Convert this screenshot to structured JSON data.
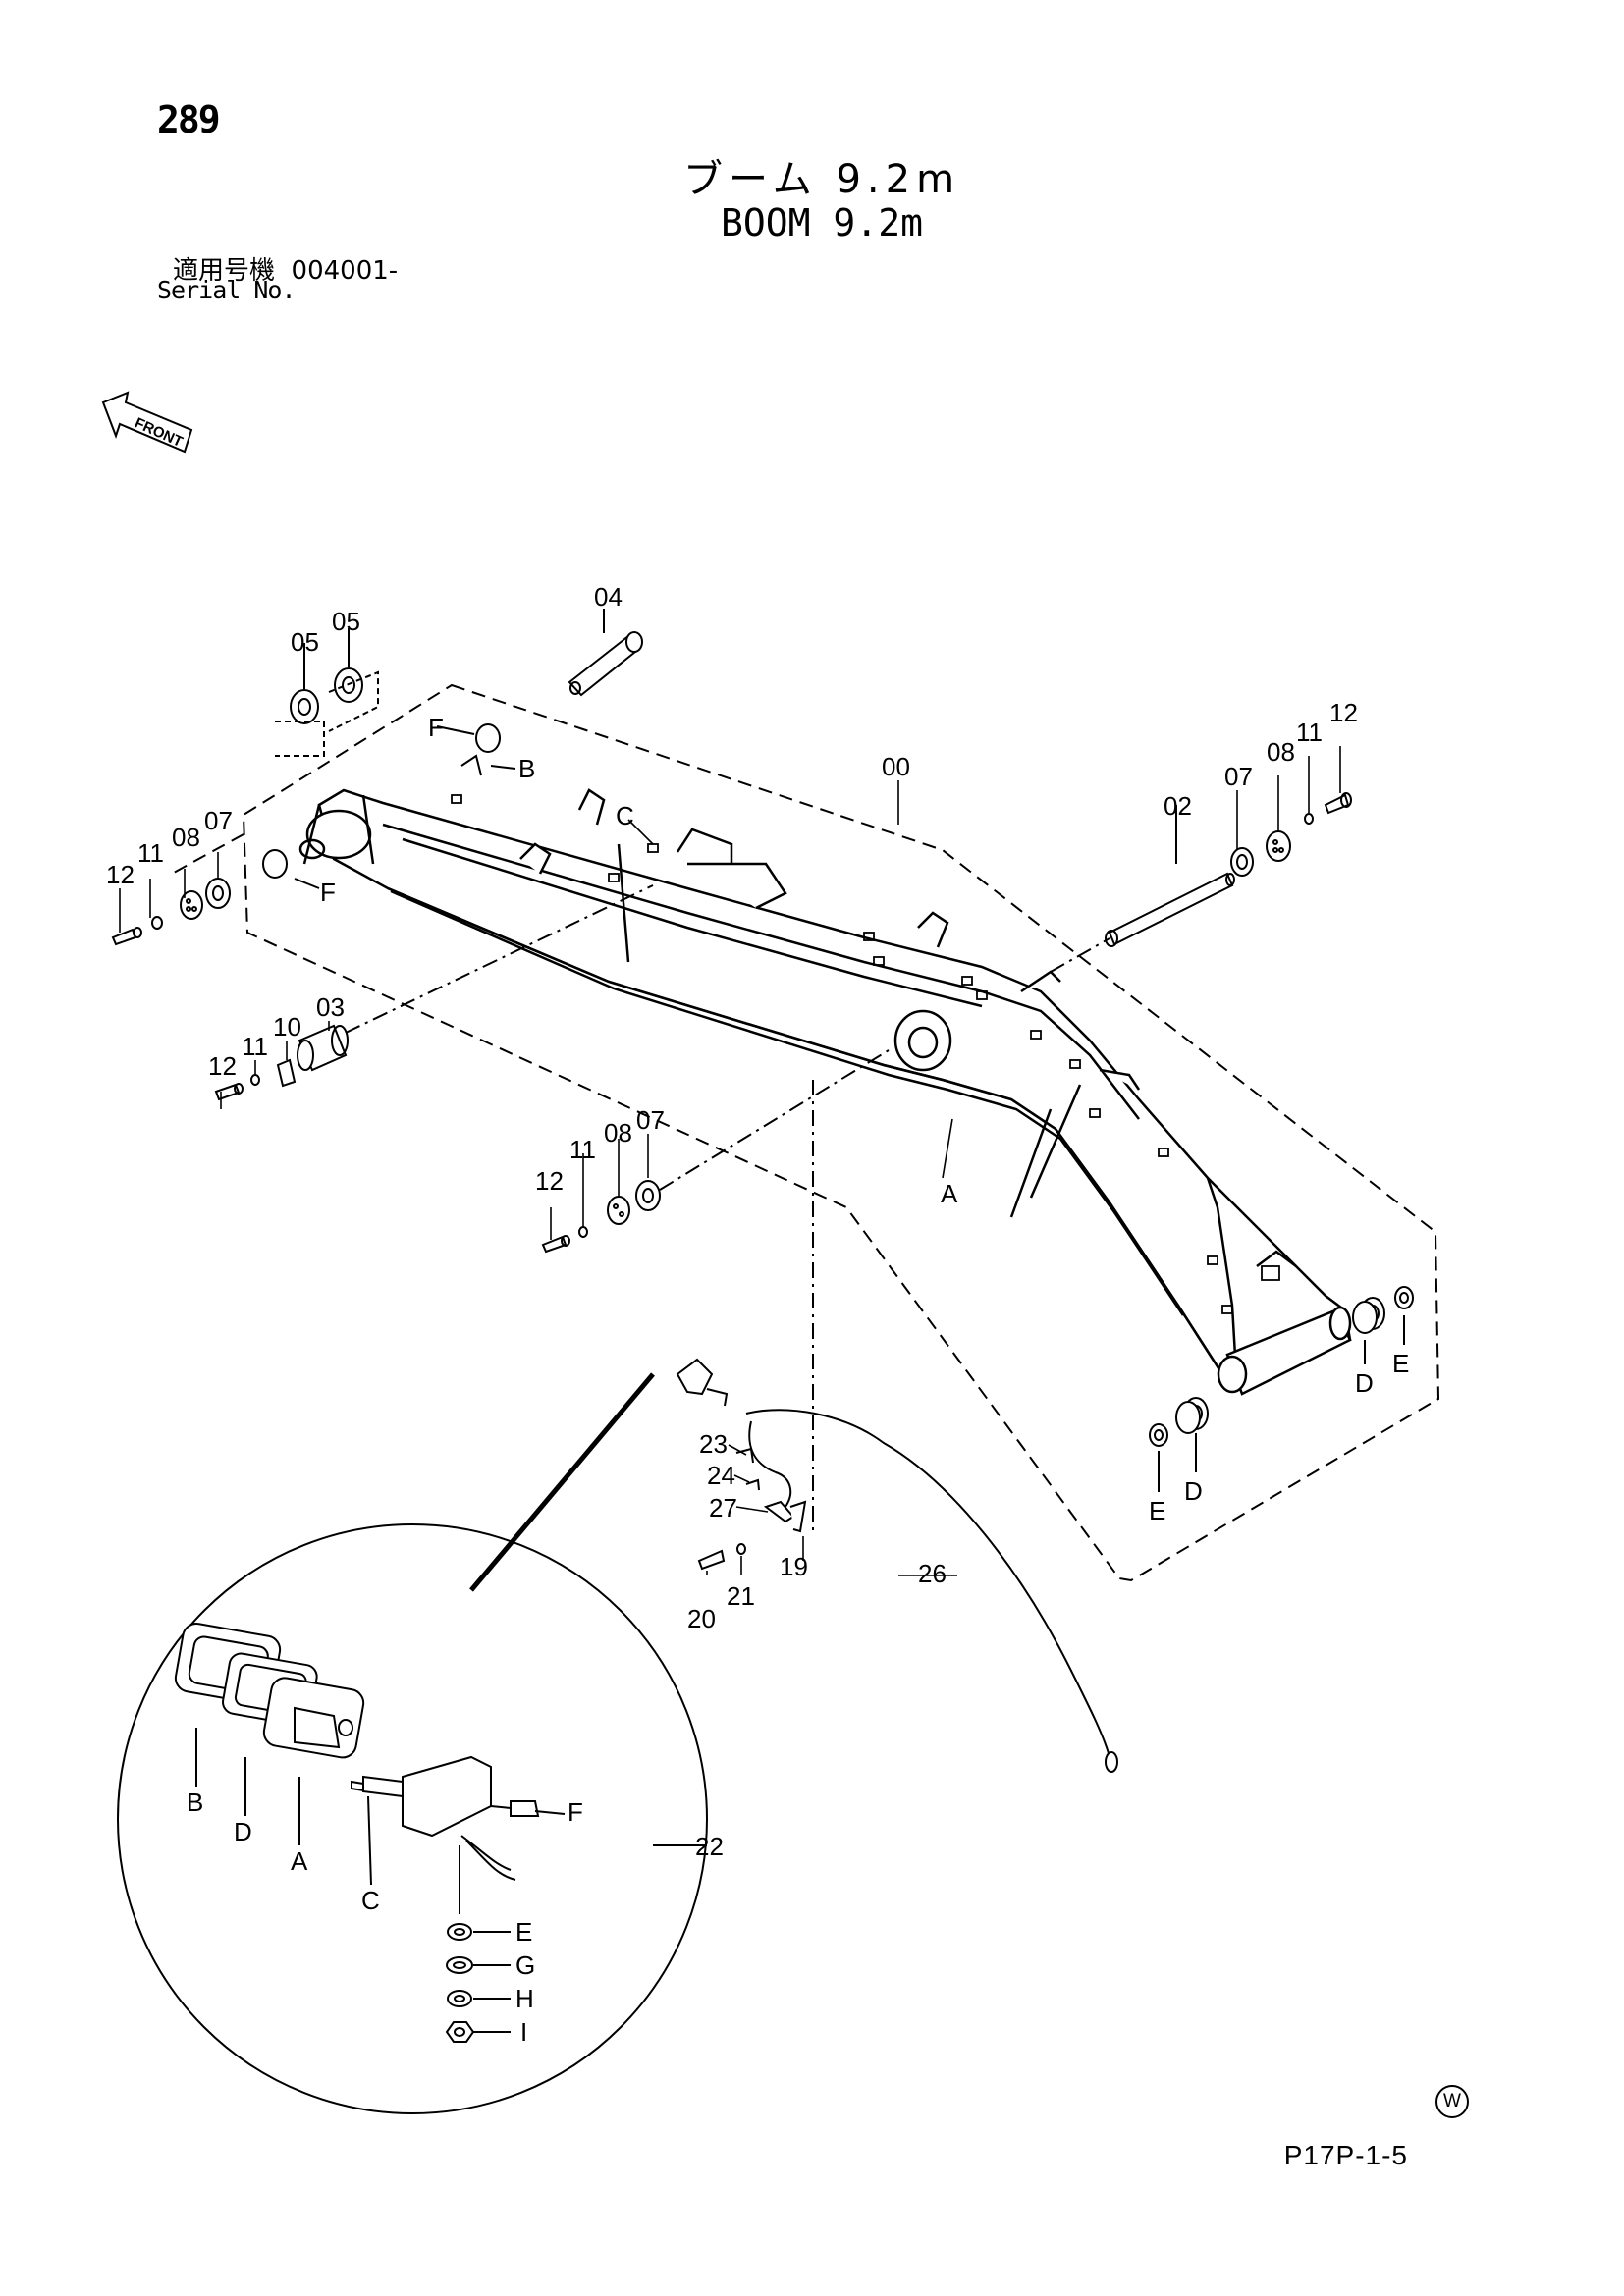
{
  "page_number": "289",
  "title_jp": "ブーム 9.2m",
  "title_en": "BOOM 9.2m",
  "serial": {
    "label_jp": "適用号機",
    "value": "004001-",
    "label_en": "Serial No."
  },
  "front_label": "FRONT",
  "footer_code": "P17P-1-5",
  "w_mark": "W",
  "callouts": {
    "c00": "00",
    "c02": "02",
    "c03": "03",
    "c04": "04",
    "c05a": "05",
    "c05b": "05",
    "c07_left": "07",
    "c08_left": "08",
    "c11_left": "11",
    "c12_left": "12",
    "c07_right": "07",
    "c08_right": "08",
    "c11_right": "11",
    "c12_right": "12",
    "c07_mid": "07",
    "c08_mid": "08",
    "c11_mid": "11",
    "c12_mid": "12",
    "c10": "10",
    "c11_b": "11",
    "c12_b": "12",
    "c19": "19",
    "c20": "20",
    "c21": "21",
    "c22": "22",
    "c23": "23",
    "c24": "24",
    "c26": "26",
    "c27": "27",
    "lA_boom": "A",
    "lB_top": "B",
    "lC_top": "C",
    "lF_top": "F",
    "lF_left": "F",
    "lD_right": "D",
    "lE_right": "E",
    "lD_bottom": "D",
    "lE_bottom": "E",
    "lamp_A": "A",
    "lamp_B": "B",
    "lamp_C": "C",
    "lamp_D": "D",
    "lamp_E": "E",
    "lamp_F": "F",
    "lamp_G": "G",
    "lamp_H": "H",
    "lamp_I": "I"
  }
}
